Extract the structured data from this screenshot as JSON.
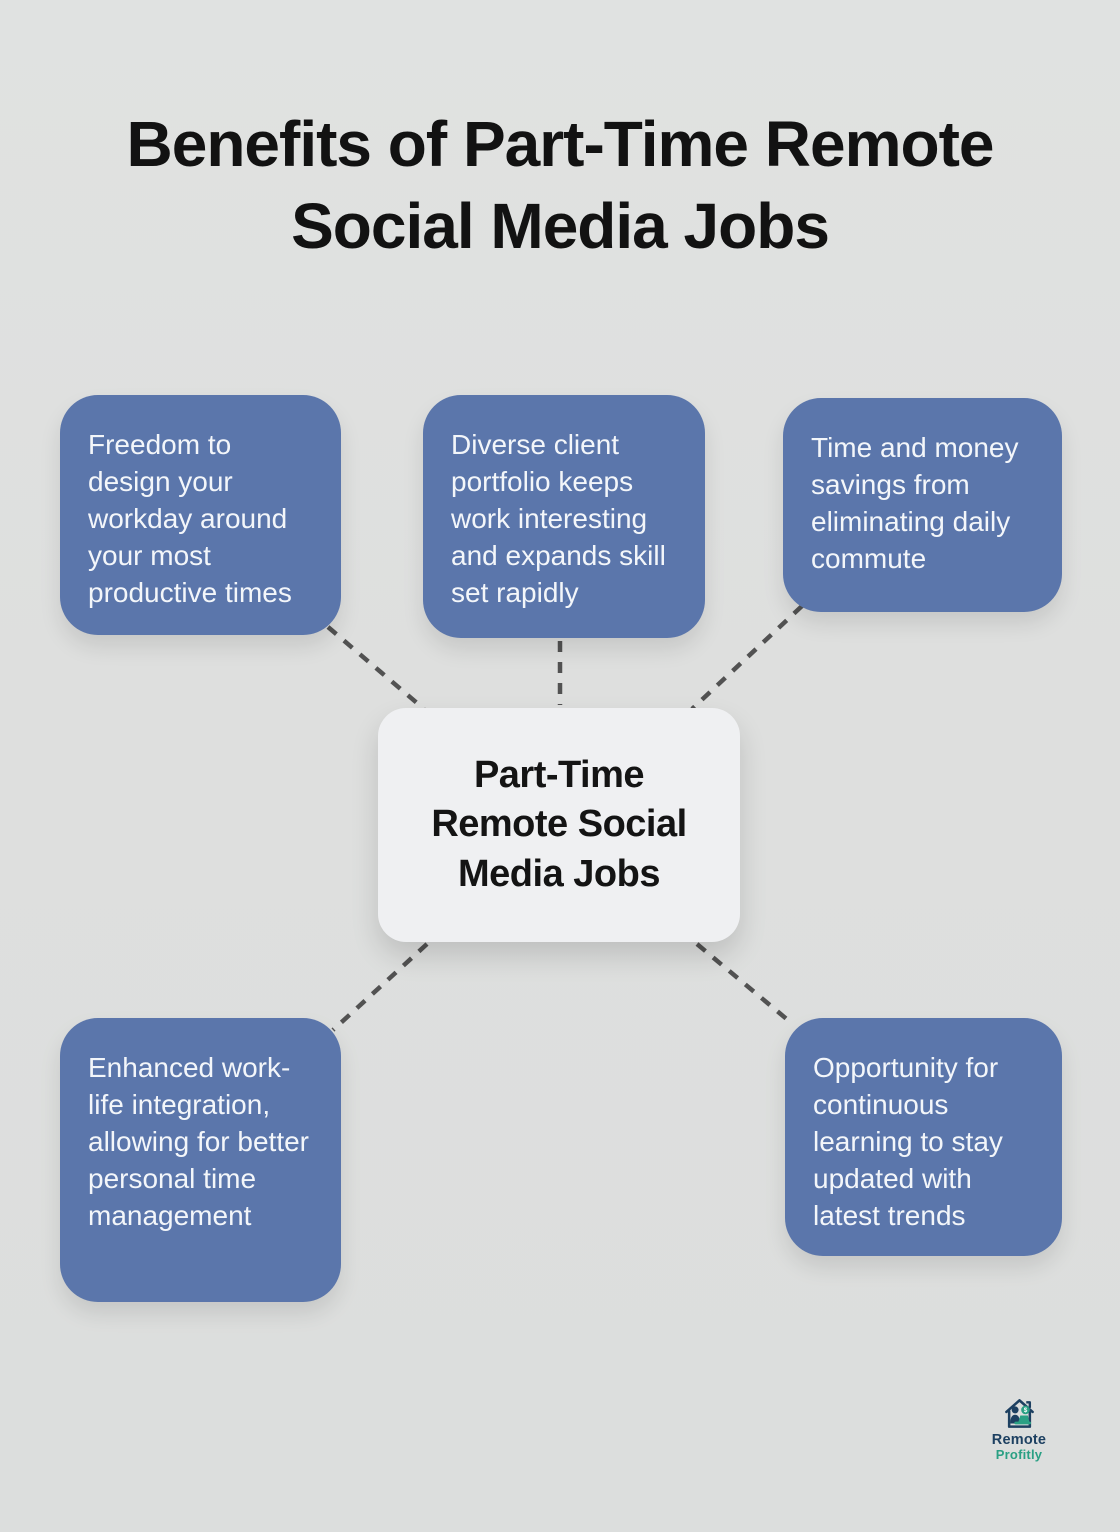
{
  "title": {
    "line1": "Benefits of Part-Time Remote",
    "line2": "Social Media Jobs"
  },
  "center": {
    "label": "Part-Time Remote Social Media Jobs"
  },
  "benefits": [
    {
      "position": "top-left",
      "text": "Freedom to design your workday around your most productive times"
    },
    {
      "position": "top-middle",
      "text": "Diverse client portfolio keeps work interesting and expands skill set rapidly"
    },
    {
      "position": "top-right",
      "text": "Time and money savings from eliminating daily commute"
    },
    {
      "position": "bottom-left",
      "text": "Enhanced work-life integration, allowing for better personal time management"
    },
    {
      "position": "bottom-right",
      "text": "Opportunity for continuous learning to stay updated with latest trends"
    }
  ],
  "logo": {
    "name_top": "Remote",
    "name_bottom": "Profitly"
  },
  "colors": {
    "background": "#dee0df",
    "benefit_box": "#5b76ab",
    "benefit_text": "#f3f6fa",
    "center_box": "#eff0f2",
    "center_text": "#141414",
    "title_text": "#121212",
    "connector": "#525252",
    "logo_navy": "#1d4061",
    "logo_teal": "#2aa084"
  }
}
